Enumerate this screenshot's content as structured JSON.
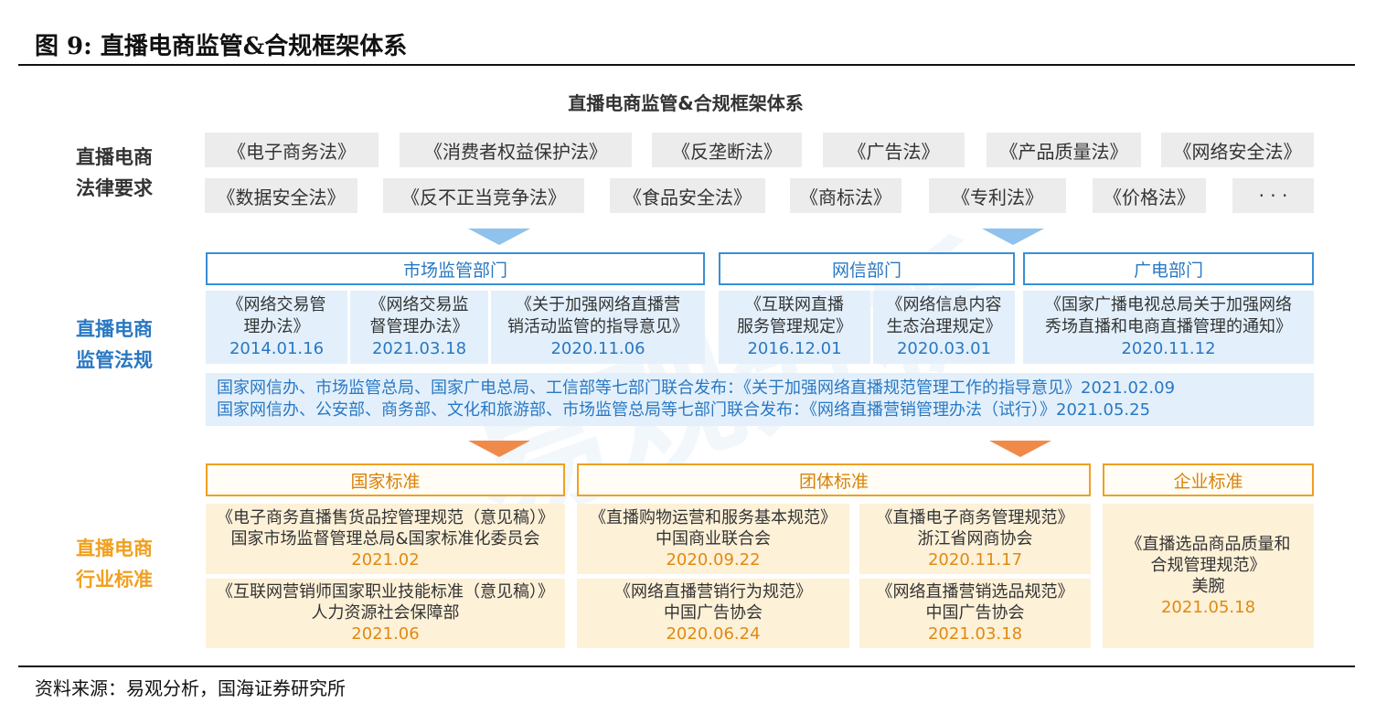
{
  "figure_title": "图 9:  直播电商监管&合规框架体系",
  "diagram_title": "直播电商监管&合规框架体系",
  "source": "资料来源：易观分析，国海证券研究所",
  "watermark": "易观分析",
  "row_labels": {
    "law": [
      "直播电商",
      "法律要求"
    ],
    "regulation": [
      "直播电商",
      "监管法规"
    ],
    "standard": [
      "直播电商",
      "行业标准"
    ]
  },
  "laws_row1": [
    "《电子商务法》",
    "《消费者权益保护法》",
    "《反垄断法》",
    "《广告法》",
    "《产品质量法》",
    "《网络安全法》"
  ],
  "laws_row2": [
    "《数据安全法》",
    "《反不正当竞争法》",
    "《食品安全法》",
    "《商标法》",
    "《专利法》",
    "《价格法》",
    "· · ·"
  ],
  "departments": [
    "市场监管部门",
    "网信部门",
    "广电部门"
  ],
  "regulations": [
    {
      "lines": [
        "《网络交易管",
        "理办法》"
      ],
      "date": "2014.01.16"
    },
    {
      "lines": [
        "《网络交易监",
        "督管理办法》"
      ],
      "date": "2021.03.18"
    },
    {
      "lines": [
        "《关于加强网络直播营",
        "销活动监管的指导意见》"
      ],
      "date": "2020.11.06"
    },
    {
      "lines": [
        "《互联网直播",
        "服务管理规定》"
      ],
      "date": "2016.12.01"
    },
    {
      "lines": [
        "《网络信息内容",
        "生态治理规定》"
      ],
      "date": "2020.03.01"
    },
    {
      "lines": [
        "《国家广播电视总局关于加强网络",
        "秀场直播和电商直播管理的通知》"
      ],
      "date": "2020.11.12"
    }
  ],
  "joint_releases": [
    "国家网信办、市场监管总局、国家广电总局、工信部等七部门联合发布：《关于加强网络直播规范管理工作的指导意见》2021.02.09",
    "国家网信办、公安部、商务部、文化和旅游部、市场监管总局等七部门联合发布：《网络直播营销管理办法（试行）》2021.05.25"
  ],
  "standard_categories": [
    "国家标准",
    "团体标准",
    "企业标准"
  ],
  "standards": [
    {
      "lines": [
        "《电子商务直播售货品控管理规范（意见稿）》",
        "国家市场监督管理总局&国家标准化委员会"
      ],
      "date": "2021.02"
    },
    {
      "lines": [
        "《直播购物运营和服务基本规范》",
        "中国商业联合会"
      ],
      "date": "2020.09.22"
    },
    {
      "lines": [
        "《直播电子商务管理规范》",
        "浙江省网商协会"
      ],
      "date": "2020.11.17"
    },
    {
      "lines": [
        "《直播选品商品质量和",
        "合规管理规范》",
        "美腕"
      ],
      "date": "2021.05.18"
    },
    {
      "lines": [
        "《互联网营销师国家职业技能标准（意见稿）》",
        "人力资源社会保障部"
      ],
      "date": "2021.06"
    },
    {
      "lines": [
        "《网络直播营销行为规范》",
        "中国广告协会"
      ],
      "date": "2020.06.24"
    },
    {
      "lines": [
        "《网络直播营销选品规范》",
        "中国广告协会"
      ],
      "date": "2021.03.18"
    }
  ]
}
